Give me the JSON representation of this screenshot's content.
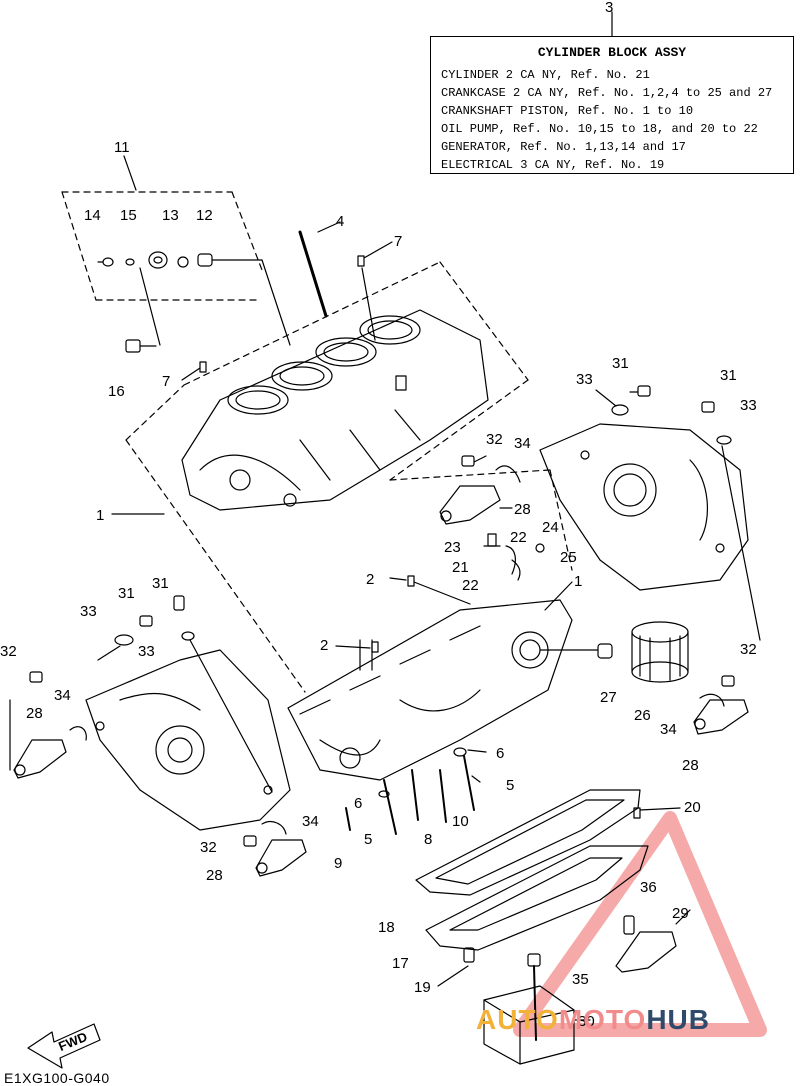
{
  "info_box": {
    "title": "CYLINDER BLOCK ASSY",
    "lines": [
      "CYLINDER 2 CA NY, Ref. No. 21",
      "CRANKCASE 2 CA NY, Ref. No. 1,2,4 to 25 and 27",
      "CRANKSHAFT PISTON, Ref. No. 1 to 10",
      "OIL PUMP, Ref. No. 10,15 to 18, and 20 to 22",
      "GENERATOR, Ref. No. 1,13,14 and 17",
      "ELECTRICAL 3 CA NY, Ref. No. 19"
    ]
  },
  "callouts": [
    "3",
    "11",
    "14",
    "15",
    "13",
    "12",
    "4",
    "7",
    "16",
    "7",
    "33",
    "31",
    "31",
    "33",
    "32",
    "34",
    "28",
    "1",
    "23",
    "24",
    "22",
    "25",
    "21",
    "22",
    "2",
    "1",
    "31",
    "31",
    "33",
    "33",
    "32",
    "34",
    "28",
    "2",
    "27",
    "26",
    "32",
    "34",
    "28",
    "6",
    "5",
    "6",
    "34",
    "32",
    "28",
    "9",
    "5",
    "8",
    "10",
    "20",
    "18",
    "36",
    "29",
    "17",
    "35",
    "19",
    "30"
  ],
  "fwd_label": "FWD",
  "diagram_code": "E1XG100-G040",
  "watermark": {
    "part1": "AUTO",
    "part2": "MOTO",
    "part3": "HUB"
  },
  "colors": {
    "ink": "#000000",
    "watermark_red": "#f28c8c",
    "watermark_orange": "#f2b23a",
    "watermark_navy": "#2f4a6a"
  }
}
